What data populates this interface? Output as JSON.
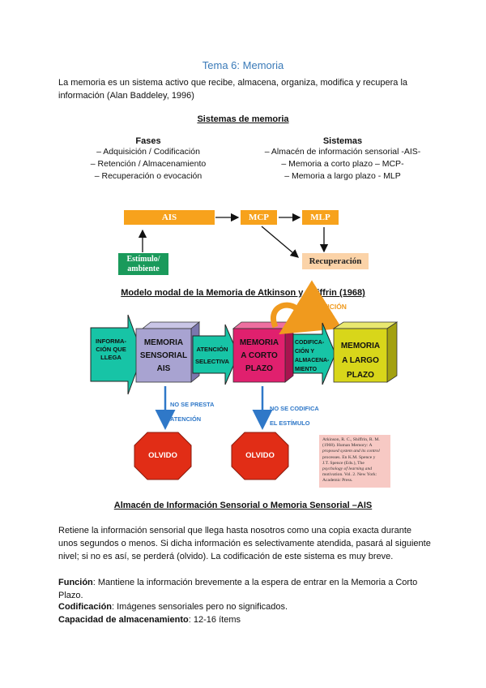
{
  "title": "Tema 6: Memoria",
  "intro": "La memoria es un sistema activo que recibe, almacena, organiza, modifica y recupera la información (Alan Baddeley, 1996)",
  "systems_section": {
    "heading": "Sistemas de memoria",
    "phases": {
      "header": "Fases",
      "items": [
        "– Adquisición / Codificación",
        "– Retención / Almacenamiento",
        "– Recuperación o evocación"
      ]
    },
    "systems": {
      "header": "Sistemas",
      "items": [
        "– Almacén de información sensorial -AIS-",
        "– Memoria a corto plazo – MCP-",
        "– Memoria a largo plazo - MLP"
      ]
    }
  },
  "flow_diagram": {
    "ais": "AIS",
    "mcp": "MCP",
    "mlp": "MLP",
    "stimulus": "Estímulo/ ambiente",
    "retrieval": "Recuperación",
    "colors": {
      "orange": "#f7a21c",
      "green": "#1a9a5b",
      "peach": "#fbd3a8"
    }
  },
  "model_section": {
    "heading": "Modelo modal de la Memoria de Atkinson y Shiffrin (1968)",
    "input_arrow": [
      "INFORMA-",
      "CIÓN QUE",
      "LLEGA"
    ],
    "sensory_box": [
      "MEMORIA",
      "SENSORIAL",
      "AIS"
    ],
    "attention_arrow": [
      "ATENCIÓN",
      "SELECTIVA"
    ],
    "short_box": [
      "MEMORIA",
      "A CORTO",
      "PLAZO"
    ],
    "coding_arrow": [
      "CODIFICA-",
      "CIÓN Y",
      "ALMACENA-",
      "MIENTO"
    ],
    "long_box": [
      "MEMORIA",
      "A LARGO",
      "PLAZO"
    ],
    "repetition": "REPETICIÓN",
    "no_attention": [
      "NO SE PRESTA",
      "ATENCIÓN"
    ],
    "not_coded": [
      "NO SE CODIFICA",
      "EL ESTÍMULO"
    ],
    "forget_1": "OLVIDO",
    "forget_2": "OLVIDO",
    "reference": [
      "Atkinson, R. C., Shiffrin, R. M.",
      "(1968). Human Memory: A",
      "proposed system and its control",
      "processes. En K.M. Spence y",
      "J.T. Spence (Eds.), The",
      "psychology of learning and",
      "motivation. Vol. 2. New York:",
      "Academic Press."
    ],
    "colors": {
      "arrow": "#17c4a6",
      "sensory": "#a8a3d1",
      "short": "#e0206e",
      "long": "#d8d61a",
      "orange": "#f09a1e",
      "blue": "#2f78c8",
      "red": "#e12d16",
      "ref_bg": "#f7c9c4"
    }
  },
  "ais_section": {
    "heading": "Almacén de Información Sensorial o Memoria Sensorial –AIS",
    "paragraph": "Retiene la información sensorial que llega hasta nosotros como una copia exacta durante unos segundos o menos. Si dicha información es selectivamente atendida, pasará al siguiente nivel; si no es así, se perderá (olvido). La codificación de este sistema es muy breve.",
    "function_label": "Función",
    "function_text": ": Mantiene la información brevemente a la espera de entrar en la Memoria a Corto Plazo.",
    "coding_label": "Codificación",
    "coding_text": ": Imágenes sensoriales pero no significados.",
    "capacity_label": "Capacidad de almacenamiento",
    "capacity_text": ": 12-16 ítems"
  }
}
